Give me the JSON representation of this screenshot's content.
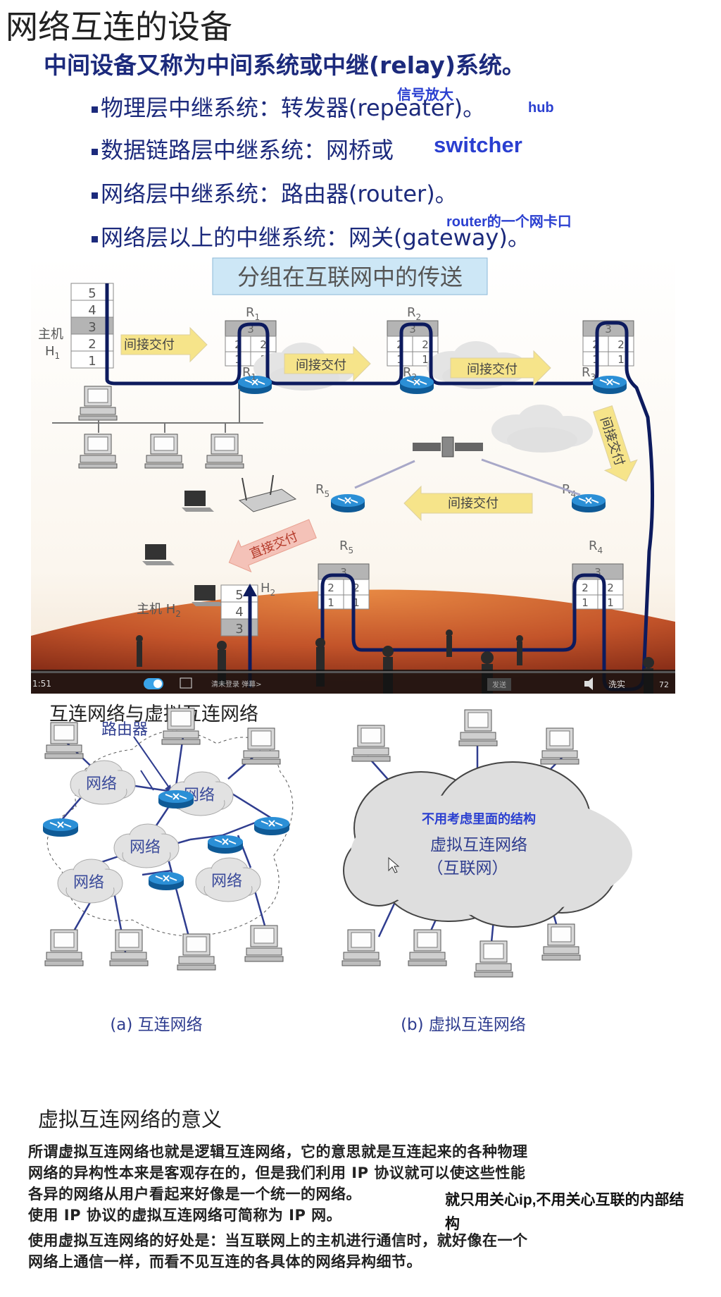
{
  "section1": {
    "title": "网络互连的设备",
    "intro": "中间设备又称为中间系统或中继(relay)系统。",
    "bullets": [
      "物理层中继系统：转发器(repeater)。",
      "数据链路层中继系统：网桥或",
      "网络层中继系统：路由器(router)。",
      "网络层以上的中继系统：网关(gateway)。"
    ],
    "annotations": {
      "repeater_note": "信号放大",
      "hub": "hub",
      "switcher": "switcher",
      "gateway_note": "router的一个网卡口"
    }
  },
  "section2": {
    "title": "分组在互联网中的传送",
    "host1": "主机",
    "host1_sub": "H",
    "host1_idx": "1",
    "host2": "主机 H",
    "host2_idx": "2",
    "h2": "H",
    "h2_idx": "2",
    "router_label": "R",
    "router_indices": [
      "1",
      "2",
      "3",
      "4",
      "5"
    ],
    "stack_layers": [
      "5",
      "4",
      "3",
      "2",
      "1"
    ],
    "indirect": "间接交付",
    "direct": "直接交付",
    "player": {
      "time": "1:51",
      "center_text": "清未登录 弹幕>",
      "send": "发送",
      "quality": "洗实",
      "right": "72"
    }
  },
  "section3": {
    "title": "互连网络与虚拟互连网络",
    "router_caption": "路由器",
    "network": "网络",
    "note": "不用考虑里面的结构",
    "virtual_line1": "虚拟互连网络",
    "virtual_line2": "（互联网）",
    "caption_a": "(a) 互连网络",
    "caption_b": "(b) 虚拟互连网络"
  },
  "section4": {
    "title": "虚拟互连网络的意义",
    "paragraphs": [
      "所谓虚拟互连网络也就是逻辑互连网络，它的意思就是互连起来的各种物理",
      "网络的异构性本来是客观存在的，但是我们利用 IP 协议就可以使这些性能",
      "各异的网络从用户看起来好像是一个统一的网络。",
      "使用 IP 协议的虚拟互连网络可简称为 IP 网。",
      "使用虚拟互连网络的好处是：当互联网上的主机进行通信时，就好像在一个",
      "网络上通信一样，而看不见互连的各具体的网络异构细节。"
    ],
    "note": "就只用关心ip,不用关心互联的内部结构"
  },
  "colors": {
    "title_blue": "#1c2a7c",
    "note_blue": "#2a3fd0",
    "path_navy": "#0d1b5e",
    "arrow_yellow": "#f6e48a",
    "router_blue": "#1a78c2"
  }
}
